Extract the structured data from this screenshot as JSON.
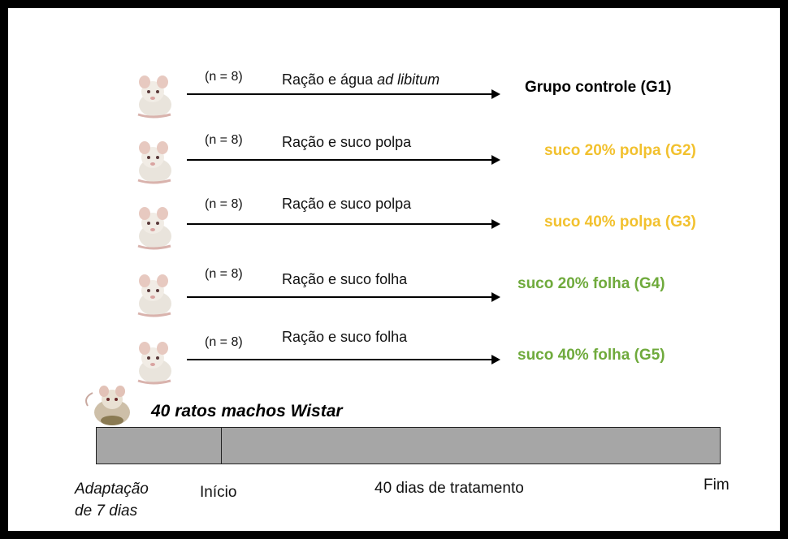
{
  "rows": [
    {
      "n": "(n = 8)",
      "desc_plain": "Ração e água ",
      "desc_italic": "ad libitum",
      "group": "Grupo controle (G1)",
      "color": "#000000"
    },
    {
      "n": "(n = 8)",
      "desc_plain": "Ração e suco polpa",
      "desc_italic": "",
      "group": "suco 20% polpa (G2)",
      "color": "#F2C12E"
    },
    {
      "n": "(n = 8)",
      "desc_plain": "Ração e suco polpa",
      "desc_italic": "",
      "group": "suco 40% polpa (G3)",
      "color": "#F2C12E"
    },
    {
      "n": "(n = 8)",
      "desc_plain": "Ração e suco folha",
      "desc_italic": "",
      "group": "suco 20% folha (G4)",
      "color": "#6FAA3C"
    },
    {
      "n": "(n = 8)",
      "desc_plain": "Ração e suco folha",
      "desc_italic": "",
      "group": "suco 40% folha (G5)",
      "color": "#6FAA3C"
    }
  ],
  "total_label": "40 ratos machos Wistar",
  "timeline": {
    "adaptation_line1": "Adaptação",
    "adaptation_line2": "de 7 dias",
    "start": "Início",
    "treatment": "40 dias de tratamento",
    "end": "Fim",
    "bar_color": "#A6A6A6"
  }
}
